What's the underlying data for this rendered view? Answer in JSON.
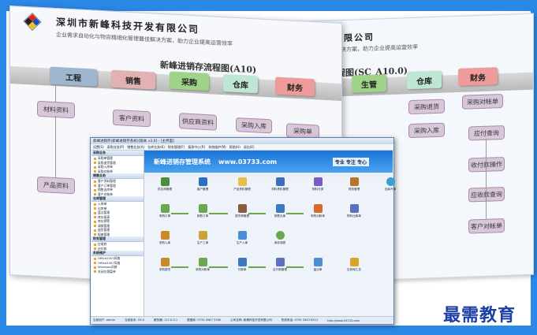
{
  "docs": {
    "company": "深圳市新峰科技开发有限公司",
    "subtitle": "企业需求自动化与物资精细化管理最佳解决方案，助力企业提高运营效率",
    "left_flow_title": "新峰进销存流程图(A10)",
    "right_flow_title": "流程图(SC_A10.0)",
    "left_tags": [
      "工程",
      "销售",
      "采购",
      "仓库",
      "财务"
    ],
    "right_tags": [
      "生管",
      "仓库",
      "财务"
    ],
    "left_nodes": [
      "材料资料",
      "客户资料",
      "供应商资料",
      "采购入库",
      "采购单",
      "产品资料"
    ],
    "right_nodes": [
      "采购退货",
      "采购对帐单",
      "采购入库",
      "应付查询",
      "收付款操作",
      "应收款查询",
      "客户对帐单"
    ]
  },
  "app": {
    "title": "新峰进销存(新峰进销存系统)[版本 v3.0] - [主界面]",
    "menu": [
      "设置(S)",
      "采购业务(P)",
      "销售业务(A)",
      "仓库业务(K)",
      "财务管理(F)",
      "报表中心(R)",
      "系统维护(M)",
      "帮助(H)",
      "退出(E)"
    ],
    "banner_name": "新峰进销存管理系统",
    "banner_url": "www.03733.com",
    "slogan": "专业  专注  专心",
    "sidebar_groups": [
      {
        "label": "采购业务",
        "items": [
          "采购单管理",
          "采购退货管理",
          "采购入库单",
          "采购对帐单"
        ]
      },
      {
        "label": "销售业务",
        "items": [
          "客户资料管理",
          "客户订单管理",
          "销售出库单",
          "客户对帐单"
        ]
      },
      {
        "label": "仓库管理",
        "items": [
          "入库单",
          "出库单",
          "盘点管理",
          "库存报表",
          "库存预警",
          "调拨管理",
          "退货管理",
          "报废管理"
        ]
      },
      {
        "label": "财务管理",
        "items": [
          "应收款",
          "应付款"
        ]
      },
      {
        "label": "系统维护",
        "items": [
          "Office2003风格",
          "Office2007风格",
          "Windows风格",
          "关闭左侧菜单"
        ]
      }
    ],
    "icon_labels": [
      "供应商管理",
      "客户管理",
      "产品资料管理",
      "材料资料管理",
      "物料分类",
      "财务管理",
      "出库开单",
      "采购订单",
      "销售订单",
      "退货单管理",
      "销售出库",
      "采购对帐单",
      "物料出库单",
      "采购入库",
      "生产工单",
      "生产入库",
      "库存调拨",
      "采购退货",
      "采购对帐单",
      "付款单",
      "应付款管理",
      "盘点单",
      "应收帐汇总"
    ],
    "status": [
      "当前用户: admin",
      "当前版本: V3.0",
      "服务器: 127.0.0.1",
      "数据库: 0733 4567 5780",
      "公司名称: 新峰科技开发有限公司",
      "热线电话: 0755 3343 6512",
      "http://www.03733.com"
    ]
  },
  "brand": "最需教育",
  "colors": {
    "accent": "#2a88e6",
    "node": "#d8c7d9",
    "banner": "#1a73d6",
    "brand_text": "#1c3fa5"
  }
}
